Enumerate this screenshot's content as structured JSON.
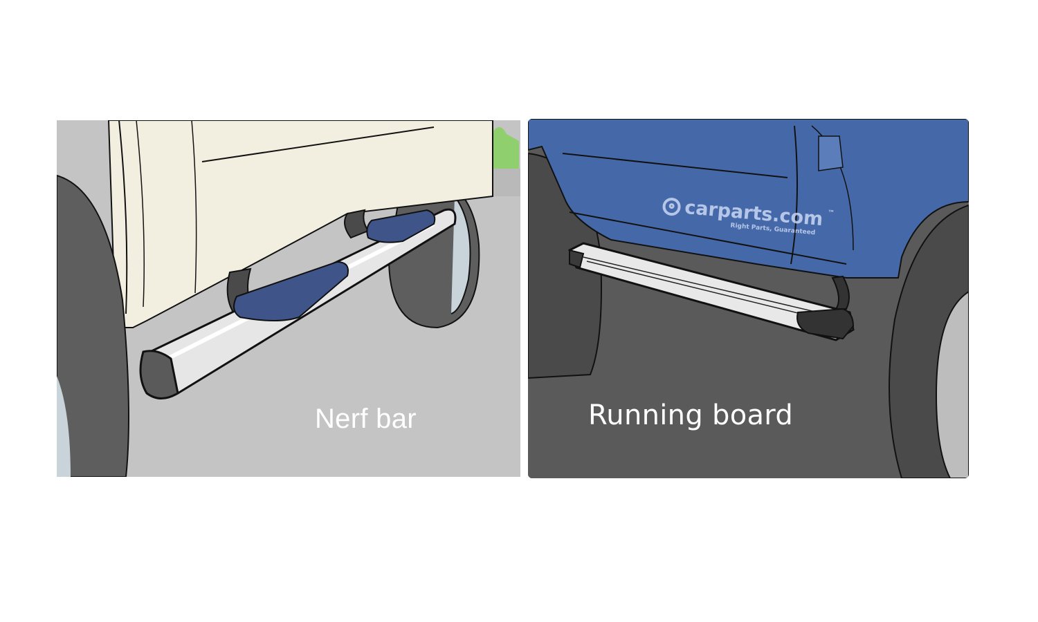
{
  "comparison": {
    "left": {
      "caption": "Nerf bar",
      "colors": {
        "body": "#f3efe0",
        "ground": "#c4c4c4",
        "tire": "#5e5e5e",
        "bar": "#e6e6e6",
        "step_pad": "#3f5488"
      }
    },
    "right": {
      "caption": "Running board",
      "colors": {
        "body": "#4569a8",
        "ground": "#5a5a5a",
        "tire": "#4a4a4a",
        "board": "#e8e8e8"
      }
    }
  },
  "watermark": {
    "brand": "carparts.com",
    "trademark": "™",
    "tagline": "Right Parts, Guaranteed",
    "icon": "location-pin-icon"
  }
}
